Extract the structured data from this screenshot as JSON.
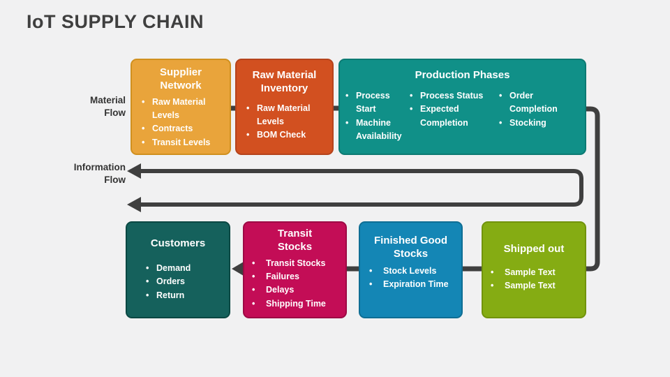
{
  "title": "IoT SUPPLY CHAIN",
  "flow_labels": {
    "material": [
      "Material",
      "Flow"
    ],
    "information": [
      "Information",
      "Flow"
    ]
  },
  "boxes": {
    "supplier": {
      "title": "Supplier Network",
      "items": [
        "Raw Material Levels",
        "Contracts",
        "Transit Levels"
      ]
    },
    "raw_material": {
      "title": "Raw Material Inventory",
      "items": [
        "Raw Material Levels",
        "BOM Check"
      ]
    },
    "production": {
      "title": "Production Phases",
      "columns": [
        [
          "Process Start",
          "Machine Availability"
        ],
        [
          "Process Status",
          "Expected Completion"
        ],
        [
          "Order Completion",
          "Stocking"
        ]
      ]
    },
    "customers": {
      "title": "Customers",
      "items": [
        "Demand",
        "Orders",
        "Return"
      ]
    },
    "transit": {
      "title": "Transit Stocks",
      "items": [
        "Transit Stocks",
        "Failures",
        "Delays",
        "Shipping Time"
      ]
    },
    "finished": {
      "title": "Finished Good Stocks",
      "items": [
        "Stock Levels",
        "Expiration Time"
      ]
    },
    "shipped": {
      "title": "Shipped out",
      "items": [
        "Sample Text",
        "Sample Text"
      ]
    }
  },
  "colors": {
    "background": "#F1F1F2",
    "title_text": "#3F3F3F",
    "label_text": "#333333",
    "connector": "#3F3F3F",
    "supplier_fill": "#E9A43B",
    "raw_material_fill": "#D25020",
    "production_fill": "#109088",
    "customers_fill": "#15615C",
    "transit_fill": "#C30D56",
    "finished_fill": "#1486B5",
    "shipped_fill": "#85AC13",
    "text_on_boxes": "#FFFFFF"
  }
}
